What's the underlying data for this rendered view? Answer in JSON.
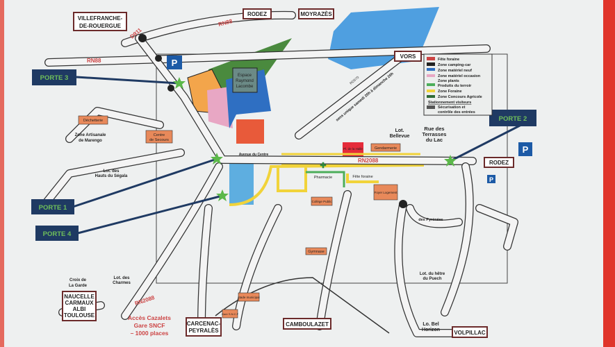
{
  "colors": {
    "paper": "#f3f4f4",
    "frame_red": "#e0342a",
    "gate_bg": "#1f3a63",
    "gate_text": "#6fbf5a",
    "star": "#5cb84a",
    "parking": "#1c5aa6",
    "zone_blue": "#2f6fc2",
    "zone_orange": "#f3a54b",
    "zone_green": "#4a8a3e",
    "zone_pink": "#e8a7c4",
    "zone_yellow": "#f1d33a",
    "lake": "#4f9fe0"
  },
  "signs": {
    "villefranche": "VILLEFRANCHE-\nDE-ROUERGUE",
    "villefranche_l1": "VILLEFRANCHE-",
    "villefranche_l2": "DE-ROUERGUE",
    "rodez_top": "RODEZ",
    "moyrazes": "MOYRAZÈS",
    "vors": "VORS",
    "rodez_right": "RODEZ",
    "south_l1": "NAUCELLE",
    "south_l2": "CARMAUX",
    "south_l3": "ALBI",
    "south_l4": "TOULOUSE",
    "carcenac_l1": "CARCENAC-",
    "carcenac_l2": "PEYRALÈS",
    "camboulazet": "CAMBOULAZET",
    "volpillac": "VOLPILLAC"
  },
  "gates": [
    "PORTE 1",
    "PORTE 2",
    "PORTE 3",
    "PORTE 4"
  ],
  "parking_label": "P",
  "roads": {
    "rn88_a": "RN88",
    "rn88_b": "RN88",
    "d911": "D911",
    "rn2088_a": "RN2088",
    "rn2088_b": "RN2088",
    "d570": "RD570",
    "oneway": "sens unique samedi 20h à dimanche 20h"
  },
  "legend": [
    "Fête foraine",
    "Zone camping-car",
    "Zone matériel neuf",
    "Zone matériel occasion",
    "Zone plants",
    "Produits du terroir",
    "Zone Foraine",
    "Zone Concours Agricole",
    "Stationnement visiteurs",
    "Sécurisation et",
    "contrôle des entrées"
  ],
  "places": {
    "zone_artisanale_1": "Zone Artisanale",
    "zone_artisanale_2": "de Marengo",
    "hauts_segala_1": "Lot. des",
    "hauts_segala_2": "Hauts du Ségala",
    "croix_1": "Croix de",
    "croix_2": "La Garde",
    "charmes_1": "Lot. des",
    "charmes_2": "Charmes",
    "hetre_1": "Lot. du hêtre",
    "hetre_2": "du Puech",
    "bel_horizon_1": "Lo. Bel",
    "bel_horizon_2": "Horizon",
    "bellevue_1": "Lot.",
    "bellevue_2": "Bellevue",
    "terrasses_1": "Rue des",
    "terrasses_2": "Terrasses",
    "terrasses_3": "du Lac",
    "avenue_centre": "Avenue du Centre",
    "pyrenees": "des Pyrénées",
    "cazalets_1": "Accès Cazalets",
    "cazalets_2": "Gare SNCF",
    "cazalets_3": "– 1000 places",
    "espace_1": "Espace",
    "espace_2": "Raymond",
    "espace_3": "Lacombe"
  },
  "buildings": {
    "dechetterie": "Déchetterie",
    "centre_secours_1": "Centre",
    "centre_secours_2": "de Secours",
    "gendarmerie": "Gendarmerie",
    "pharmacie": "Pharmacie",
    "fete_foraine": "Fête foraine",
    "gymnase": "Gymnase",
    "stade": "stade municipal",
    "gare": "Gare S.N.C.F",
    "college": "Collège Public",
    "foyer": "Foyer Logement",
    "place_halle": "Pl. de la Halle"
  }
}
